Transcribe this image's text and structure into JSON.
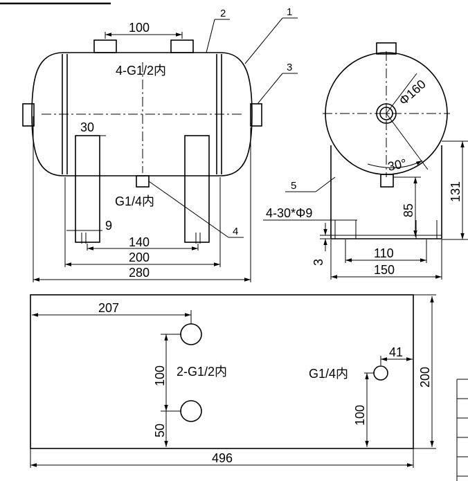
{
  "front_view": {
    "dim_top_100": "100",
    "label_top_nozzles": "4-G1/2内",
    "dim_30": "30",
    "label_bottom_nozzle": "G1/4内",
    "dim_9": "9",
    "dim_140": "140",
    "dim_200": "200",
    "dim_280": "280"
  },
  "callouts": {
    "c1": "1",
    "c2": "2",
    "c3": "3",
    "c4": "4",
    "c5": "5"
  },
  "side_view": {
    "dim_phi160": "Φ160",
    "dim_30deg": "30°",
    "dim_131": "131",
    "dim_85": "85",
    "label_holes": "4-30*Φ9",
    "dim_3": "3",
    "dim_110": "110",
    "dim_150": "150"
  },
  "plan_view": {
    "dim_207": "207",
    "label_holes": "2-G1/2内",
    "dim_100_left": "100",
    "dim_50": "50",
    "dim_41": "41",
    "label_small": "G1/4内",
    "dim_100_right": "100",
    "dim_200": "200",
    "dim_496": "496"
  }
}
